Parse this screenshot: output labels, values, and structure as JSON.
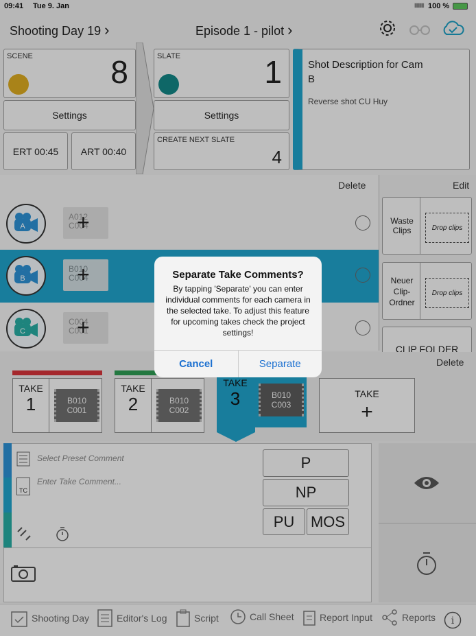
{
  "status_bar": {
    "time": "09:41",
    "date": "Tue 9. Jan",
    "battery": "100 %"
  },
  "header": {
    "shooting_day": "Shooting Day 19",
    "episode": "Episode 1 - pilot"
  },
  "scene": {
    "label": "SCENE",
    "number": "8",
    "settings": "Settings",
    "ert": "ERT 00:45",
    "art": "ART 00:40",
    "dot_color": "#d9a820"
  },
  "slate": {
    "label": "SLATE",
    "number": "1",
    "settings": "Settings",
    "next_label": "CREATE NEXT SLATE",
    "next_number": "4",
    "dot_color": "#138484"
  },
  "shot": {
    "title": "Shot Description for Cam B",
    "desc": "Reverse shot CU Huy",
    "accent": "#1fa0c8"
  },
  "cameras": {
    "delete": "Delete",
    "edit": "Edit",
    "items": [
      {
        "letter": "A",
        "clip_top": "A012",
        "clip_bottom": "C004",
        "color": "#2c8fd1"
      },
      {
        "letter": "B",
        "clip_top": "B010",
        "clip_bottom": "C004",
        "color": "#2c8fd1"
      },
      {
        "letter": "C",
        "clip_top": "C004",
        "clip_bottom": "C001",
        "color": "#27a9a0"
      }
    ]
  },
  "clips": {
    "waste": "Waste Clips",
    "neuer": "Neuer Clip-Ordner",
    "drop": "Drop clips",
    "folder": "CLIP FOLDER"
  },
  "takes": {
    "delete": "Delete",
    "label": "TAKE",
    "items": [
      {
        "number": "1",
        "clip": "B010 C001",
        "bar": "#d4343a"
      },
      {
        "number": "2",
        "clip": "B010 C002",
        "bar": "#2e9a52"
      },
      {
        "number": "3",
        "clip": "B010 C003",
        "bar": "#1a9ec6"
      }
    ],
    "new_label": "TAKE",
    "new_plus": "+"
  },
  "comments": {
    "preset": "Select Preset Comment",
    "take": "Enter Take Comment...",
    "tc": "TC"
  },
  "buttons": {
    "p": "P",
    "np": "NP",
    "pu": "PU",
    "mos": "MOS"
  },
  "nav": [
    "Shooting Day",
    "Editor's Log",
    "Script",
    "Call Sheet",
    "Report Input",
    "Reports"
  ],
  "dialog": {
    "title": "Separate Take Comments?",
    "body": "By tapping 'Separate' you can enter individual comments for each camera in the selected take. To adjust this feature for upcoming takes check the project settings!",
    "cancel": "Cancel",
    "confirm": "Separate"
  }
}
